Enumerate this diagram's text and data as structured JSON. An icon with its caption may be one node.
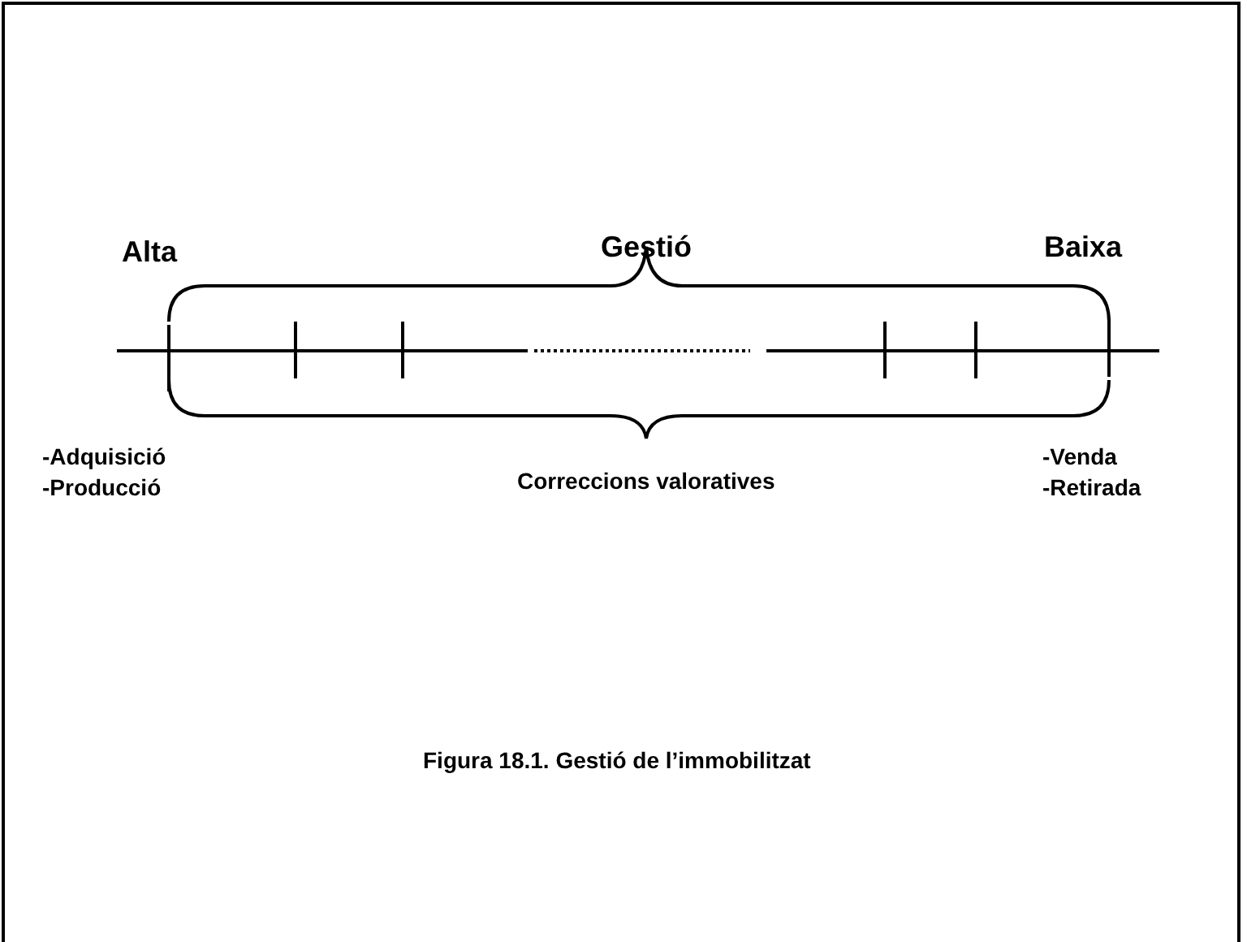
{
  "diagram": {
    "caption": "Figura 18.1. Gestió de l’immobilitzat",
    "labels": [
      "Alta",
      "Gestió",
      "Baixa",
      "-Adquisició",
      "-Producció",
      "Correccions valoratives",
      "-Venda",
      "-Retirada"
    ]
  }
}
